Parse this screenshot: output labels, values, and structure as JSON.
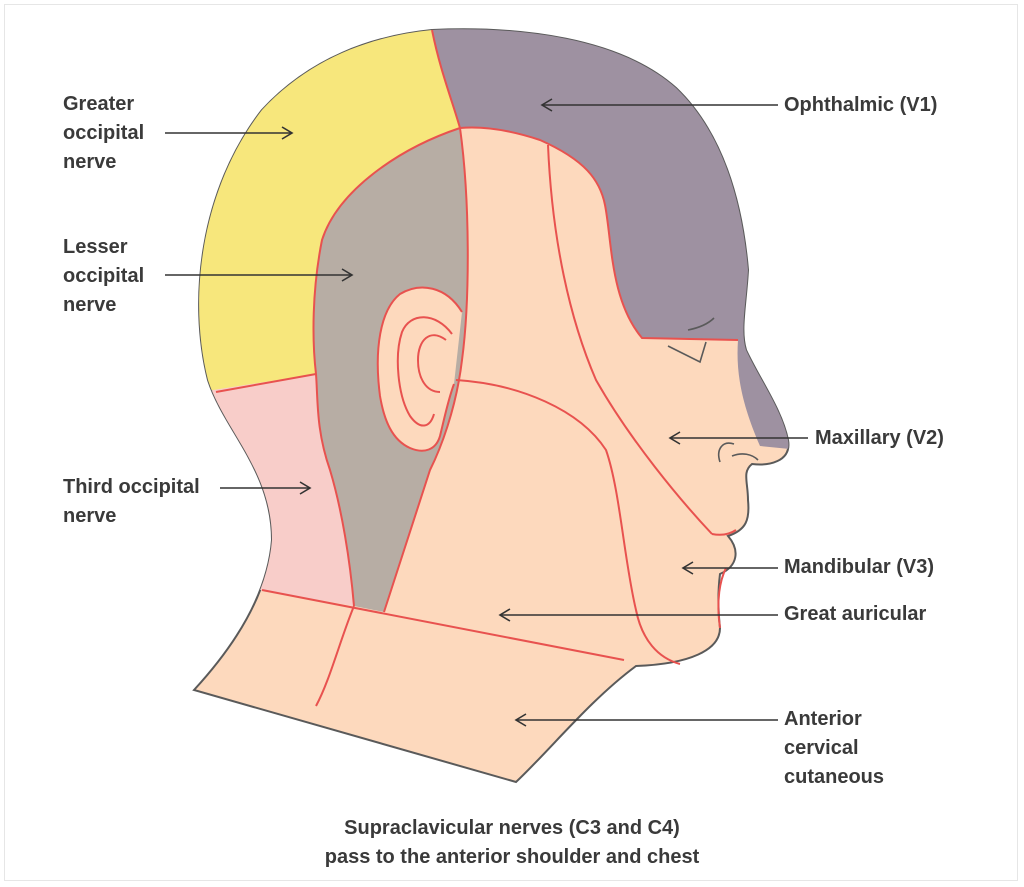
{
  "labels": {
    "greater_occipital": [
      "Greater",
      "occipital",
      "nerve"
    ],
    "lesser_occipital": [
      "Lesser",
      "occipital",
      "nerve"
    ],
    "third_occipital": [
      "Third occipital",
      "nerve"
    ],
    "ophthalmic": [
      "Ophthalmic (V1)"
    ],
    "maxillary": [
      "Maxillary (V2)"
    ],
    "mandibular": [
      "Mandibular (V3)"
    ],
    "great_auricular": [
      "Great auricular"
    ],
    "anterior_cervical": [
      "Anterior",
      "cervical",
      "cutaneous"
    ]
  },
  "caption": [
    "Supraclavicular nerves (C3 and C4)",
    "pass to the anterior shoulder and chest"
  ],
  "colors": {
    "ophthalmic": "#9e91a1",
    "greater_occipital": "#f7e77c",
    "lesser_occipital": "#b7ada4",
    "third_occipital": "#f8cdc9",
    "skin": "#fdd9bd",
    "boundary": "#e8524f",
    "outline": "#5a5a5a",
    "text": "#3a3a3a"
  }
}
